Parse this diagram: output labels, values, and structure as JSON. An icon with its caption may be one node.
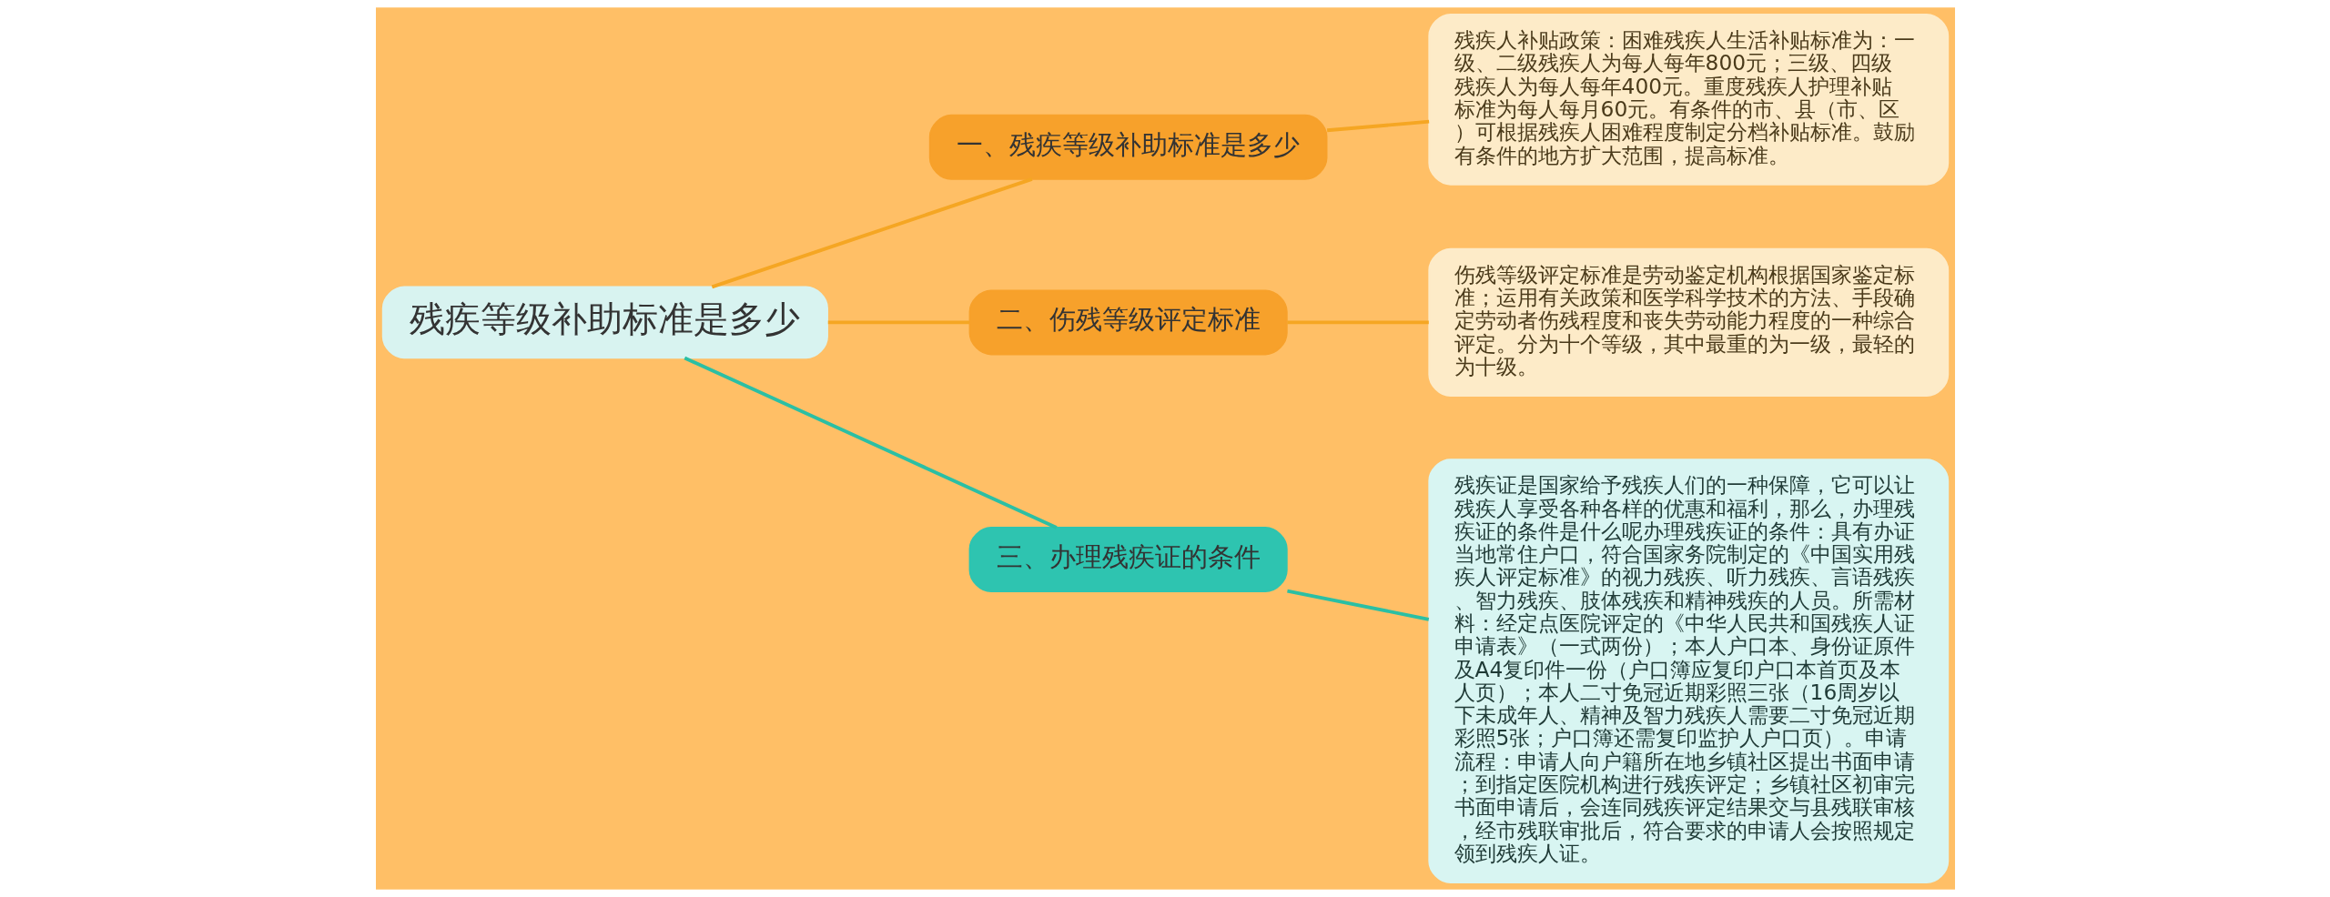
{
  "diagram": {
    "nodes": [
      {
        "text": [
          "残疾等级补助标准是多少"
        ]
      },
      {
        "text": [
          "一、残疾等级补助标准是多少"
        ]
      },
      {
        "text": [
          "残疾人补贴政策：困难残疾人生活补贴标准为：一级、二级残疾人为每人每年800元；三级、四级残疾人为每人每年400元。重度残疾人护理补贴标准为每人每月60元。有条件的市、县（市、区）可根据残疾人困难程度制定分档补贴标准。鼓励有条件的地方扩大范围，提高标准。"
        ]
      },
      {
        "text": [
          "二、伤残等级评定标准"
        ]
      },
      {
        "text": [
          "伤残等级评定标准是劳动鉴定机构根据国家鉴定标准；运用有关政策和医学科学技术的方法、手段确定劳动者伤残程度和丧失劳动能力程度的一种综合评定。分为十个等级，其中最重的为一级，最轻的为十级。"
        ]
      },
      {
        "text": [
          "三、办理残疾证的条件"
        ]
      },
      {
        "text": [
          "残疾证是国家给予残疾人们的一种保障，它可以让残疾人享受各种各样的优惠和福利，那么，办理残疾证的条件是什么呢办理残疾证的条件：具有办证当地常住户口，符合国家务院制定的《中国实用残疾人评定标准》的视力残疾、听力残疾、言语残疾、智力残疾、肢体残疾和精神残疾的人员。所需材料：经定点医院评定的《中华人民共和国残疾人证申请表》（一式两份）；本人户口本、身份证原件及A4复印件一份（户口簿应复印户口本首页及本人页）；本人二寸免冠近期彩照三张（16周岁以下未成年人、精神及智力残疾人需要二寸免冠近期彩照5张；户口簿还需复印监护人户口页）。申请流程：申请人向户籍所在地乡镇社区提出书面申请；到指定医院机构进行残疾评定；乡镇社区初审完书面申请后，会连同残疾评定结果交与县残联审核，经市残联审批后，符合要求的申请人会按照规定领到残疾人证。"
        ]
      }
    ],
    "edges": [
      {
        "from": 0,
        "to": 1,
        "arrow": "none"
      },
      {
        "from": 1,
        "to": 2,
        "arrow": "none"
      },
      {
        "from": 0,
        "to": 3,
        "arrow": "none"
      },
      {
        "from": 3,
        "to": 4,
        "arrow": "none"
      },
      {
        "from": 0,
        "to": 5,
        "arrow": "none",
        "color": "#2bbfa4"
      },
      {
        "from": 5,
        "to": 6,
        "arrow": "none",
        "color": "#2bbfa4"
      }
    ]
  }
}
